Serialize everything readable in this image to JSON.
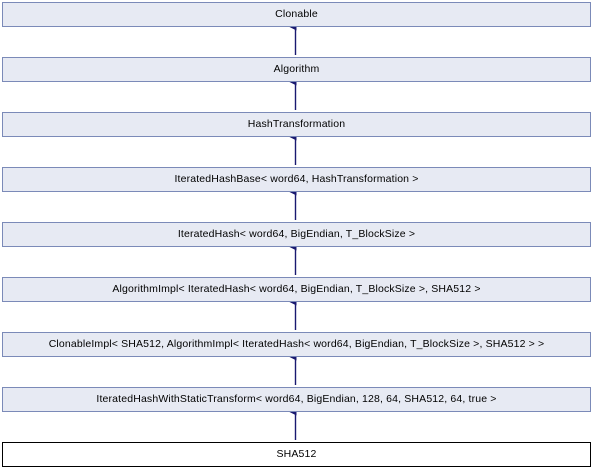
{
  "diagram": {
    "type": "class-inheritance-hierarchy",
    "title": "SHA512 inheritance diagram",
    "orientation": "vertical-top-down",
    "arrow_style": "hollow-up-arrow-generalization",
    "colors": {
      "node_fill": "#e7eaf3",
      "node_border": "#7b8ab8",
      "current_node_fill": "#ffffff",
      "current_node_border": "#000000",
      "edge": "#191970",
      "text": "#000000",
      "background": "#ffffff"
    },
    "nodes": [
      {
        "id": "clonable",
        "label": "Clonable",
        "current": false
      },
      {
        "id": "algorithm",
        "label": "Algorithm",
        "current": false
      },
      {
        "id": "hash-transformation",
        "label": "HashTransformation",
        "current": false
      },
      {
        "id": "iterated-hash-base",
        "label": "IteratedHashBase< word64, HashTransformation >",
        "current": false
      },
      {
        "id": "iterated-hash",
        "label": "IteratedHash< word64, BigEndian, T_BlockSize >",
        "current": false
      },
      {
        "id": "algorithm-impl",
        "label": "AlgorithmImpl< IteratedHash< word64, BigEndian, T_BlockSize >, SHA512 >",
        "current": false
      },
      {
        "id": "clonable-impl",
        "label": "ClonableImpl< SHA512, AlgorithmImpl< IteratedHash< word64, BigEndian, T_BlockSize >, SHA512 > >",
        "current": false
      },
      {
        "id": "iterated-hash-with-static-transform",
        "label": "IteratedHashWithStaticTransform< word64, BigEndian, 128, 64, SHA512, 64, true >",
        "current": false
      },
      {
        "id": "sha512",
        "label": "SHA512",
        "current": true
      }
    ],
    "edges": [
      {
        "from": "algorithm",
        "to": "clonable"
      },
      {
        "from": "hash-transformation",
        "to": "algorithm"
      },
      {
        "from": "iterated-hash-base",
        "to": "hash-transformation"
      },
      {
        "from": "iterated-hash",
        "to": "iterated-hash-base"
      },
      {
        "from": "algorithm-impl",
        "to": "iterated-hash"
      },
      {
        "from": "clonable-impl",
        "to": "algorithm-impl"
      },
      {
        "from": "iterated-hash-with-static-transform",
        "to": "clonable-impl"
      },
      {
        "from": "sha512",
        "to": "iterated-hash-with-static-transform"
      }
    ]
  }
}
